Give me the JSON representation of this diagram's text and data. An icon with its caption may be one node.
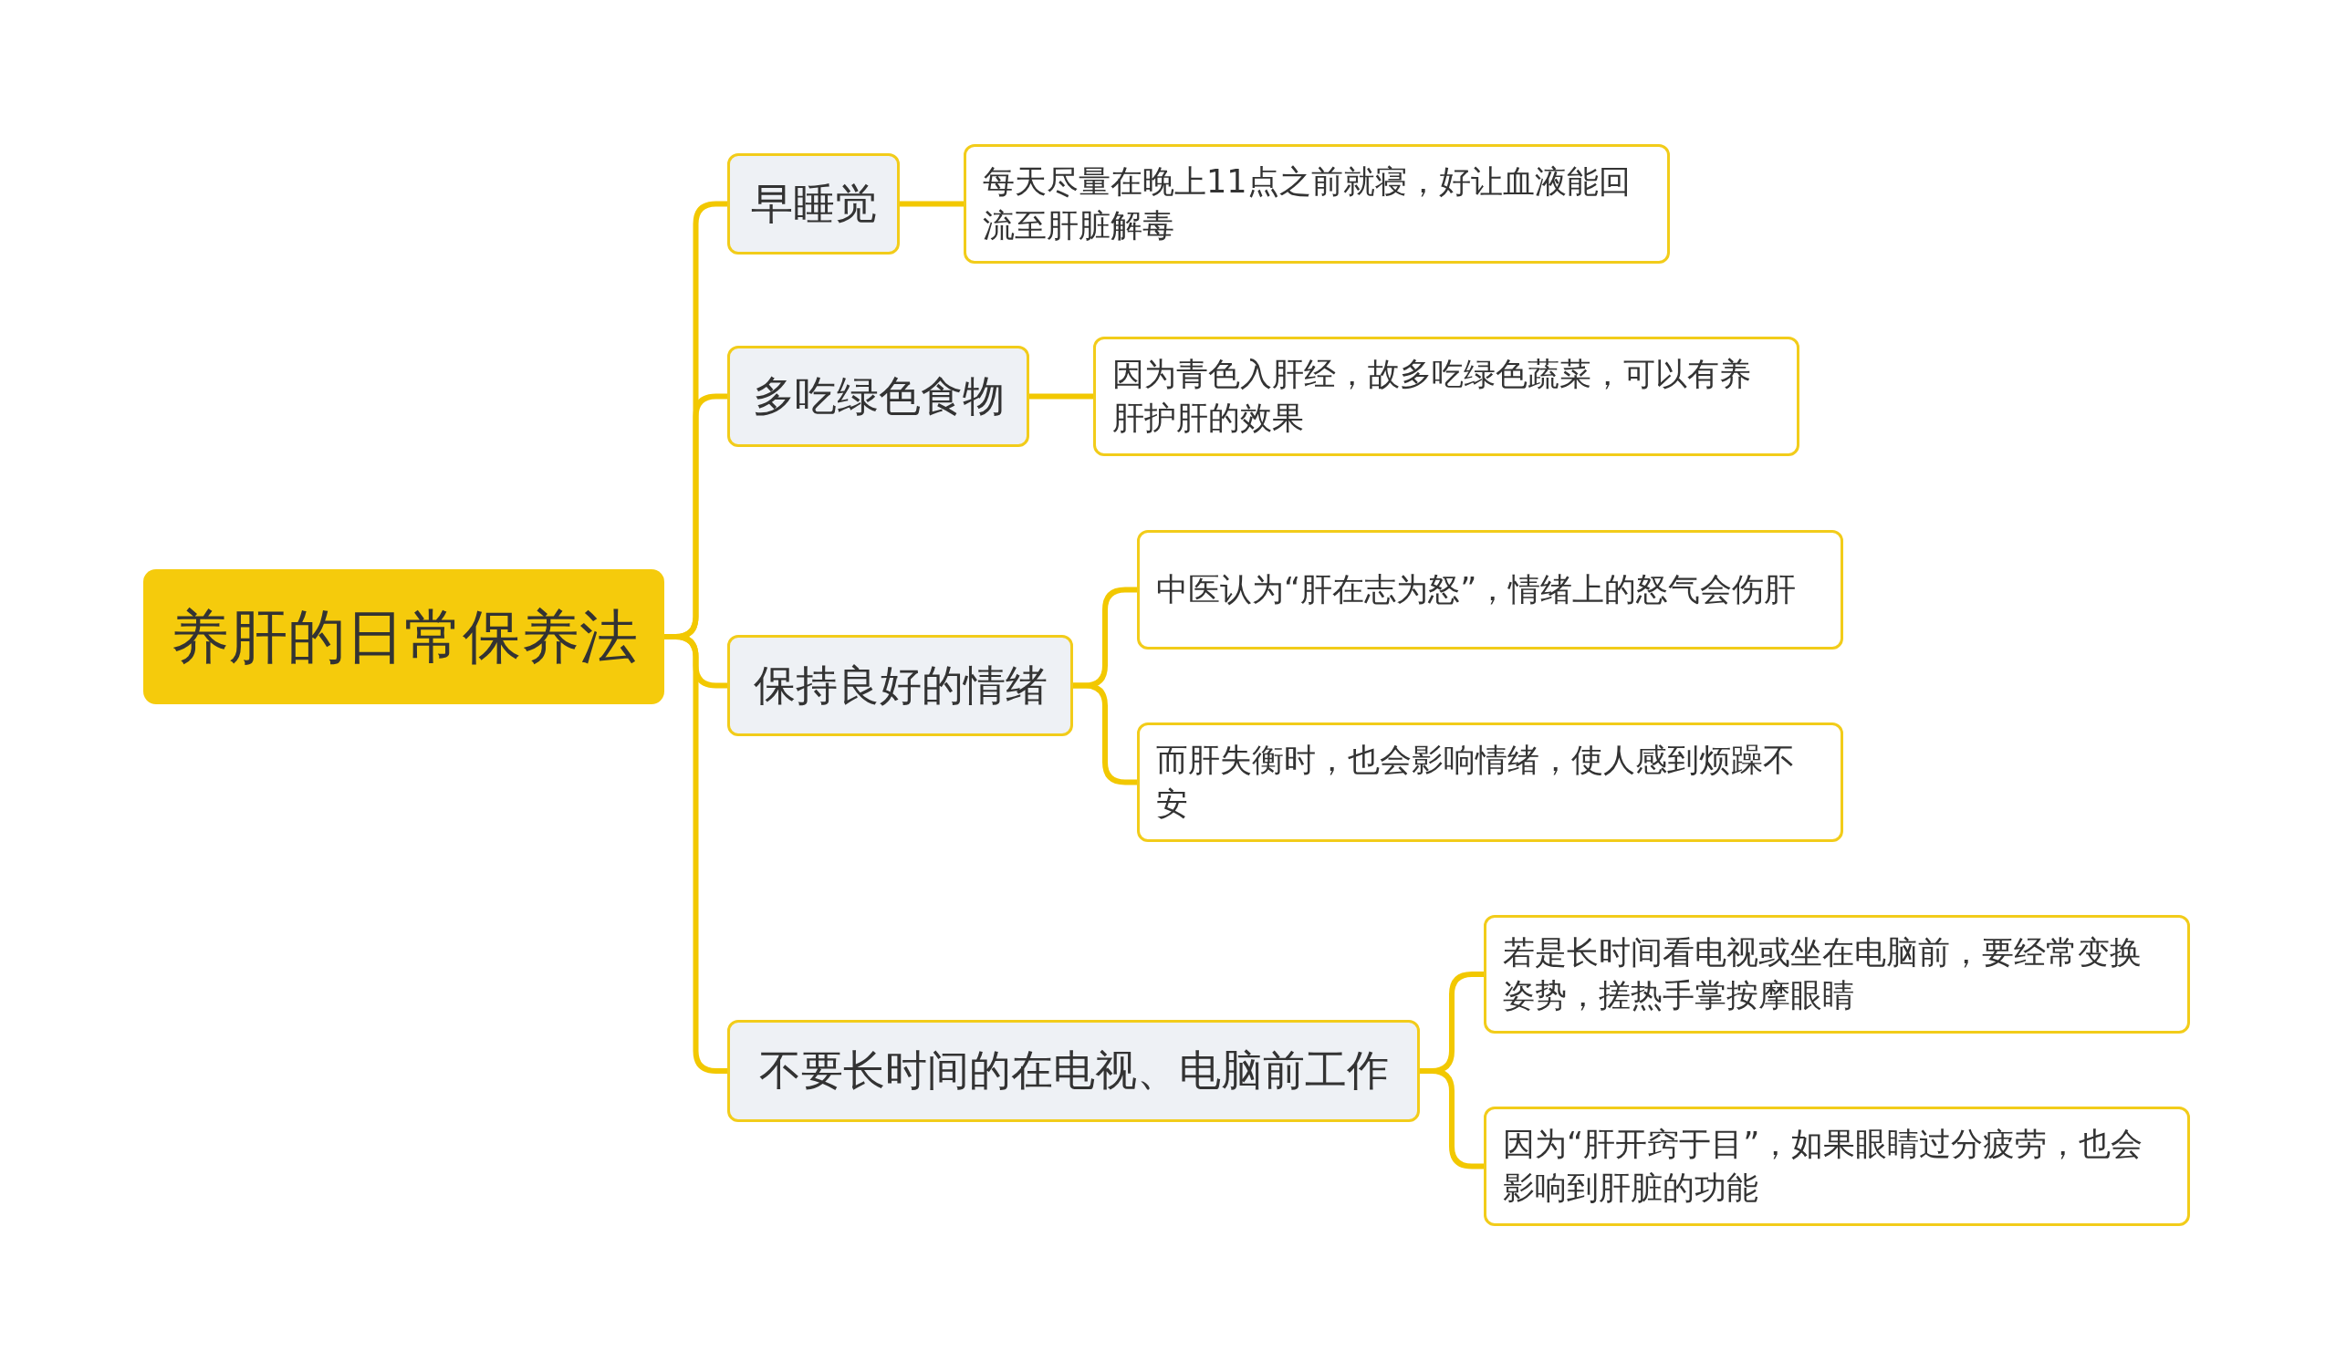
{
  "diagram": {
    "nodes": [
      {
        "text": [
          "养肝的日常保养法"
        ]
      },
      {
        "text": [
          "早睡觉"
        ]
      },
      {
        "text": [
          "每天尽量在晚上11点之前就寝，好让血液能回流至肝脏解毒"
        ]
      },
      {
        "text": [
          "多吃绿色食物"
        ]
      },
      {
        "text": [
          "因为青色入肝经，故多吃绿色蔬菜，可以有养肝护肝的效果"
        ]
      },
      {
        "text": [
          "保持良好的情绪"
        ]
      },
      {
        "text": [
          "中医认为“肝在志为怒”，情绪上的怒气会伤肝"
        ]
      },
      {
        "text": [
          "而肝失衡时，也会影响情绪，使人感到烦躁不安"
        ]
      },
      {
        "text": [
          "不要长时间的在电视、电脑前工作"
        ]
      },
      {
        "text": [
          "若是长时间看电视或坐在电脑前，要经常变换姿势，搓热手掌按摩眼睛"
        ]
      },
      {
        "text": [
          "因为“肝开窍于目”，如果眼睛过分疲劳，也会影响到肝脏的功能"
        ]
      }
    ],
    "edges": [
      {
        "from": 0,
        "to": 1,
        "arrow": "none"
      },
      {
        "from": 0,
        "to": 3,
        "arrow": "none"
      },
      {
        "from": 0,
        "to": 5,
        "arrow": "none"
      },
      {
        "from": 0,
        "to": 8,
        "arrow": "none"
      },
      {
        "from": 1,
        "to": 2,
        "arrow": "none"
      },
      {
        "from": 3,
        "to": 4,
        "arrow": "none"
      },
      {
        "from": 5,
        "to": 6,
        "arrow": "none"
      },
      {
        "from": 5,
        "to": 7,
        "arrow": "none"
      },
      {
        "from": 8,
        "to": 9,
        "arrow": "none"
      },
      {
        "from": 8,
        "to": 10,
        "arrow": "none"
      }
    ]
  }
}
